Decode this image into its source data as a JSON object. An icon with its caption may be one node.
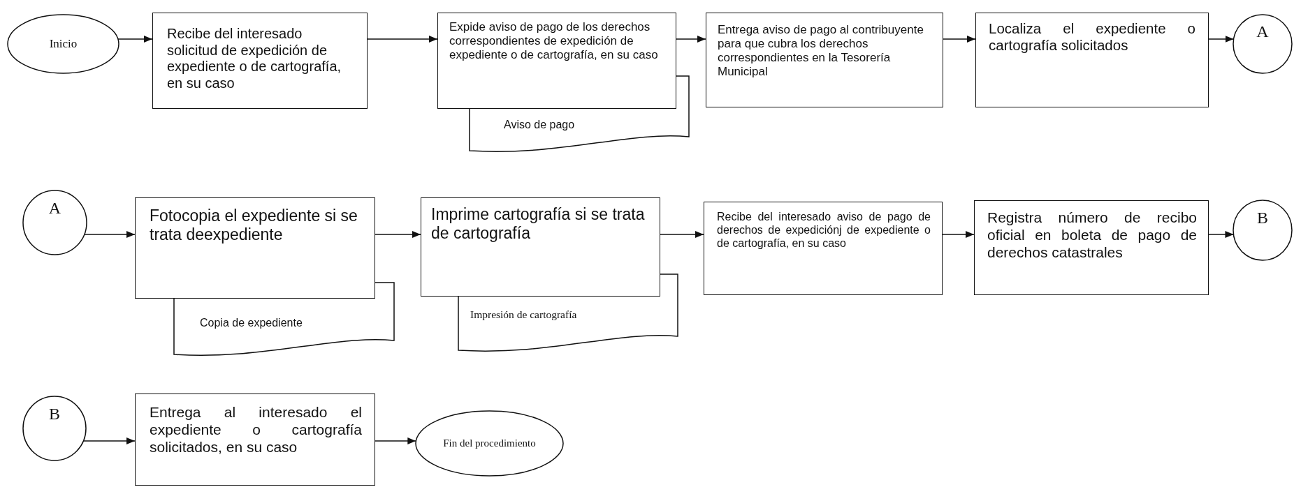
{
  "diagram": {
    "nodes": [
      {
        "text": [
          "Inicio"
        ]
      },
      {
        "text": [
          "Recibe del interesado solicitud de expedición de expediente o de cartografía, en su caso"
        ]
      },
      {
        "text": [
          "Expide aviso de pago de los derechos  correspondientes de expedición de expediente o de cartografía, en su caso"
        ]
      },
      {
        "text": [
          "Aviso de pago"
        ]
      },
      {
        "text": [
          "Entrega aviso de pago al contribuyente para que cubra los derechos correspondientes en la Tesorería Municipal"
        ]
      },
      {
        "text": [
          "Localiza el expediente o cartografía solicitados"
        ]
      },
      {
        "text": [
          "A"
        ]
      },
      {
        "text": [
          "A"
        ]
      },
      {
        "text": [
          "Fotocopia el expediente si se trata deexpediente"
        ]
      },
      {
        "text": [
          "Copia de expediente"
        ]
      },
      {
        "text": [
          "Imprime cartografía si se trata de cartografía"
        ]
      },
      {
        "text": [
          "Impresión de cartografía"
        ]
      },
      {
        "text": [
          "Recibe del interesado aviso de pago  de derechos de expediciónj de expediente o de cartografía, en su caso"
        ]
      },
      {
        "text": [
          "Registra número de recibo oficial en boleta de pago de derechos catastrales"
        ]
      },
      {
        "text": [
          "B"
        ]
      },
      {
        "text": [
          "B"
        ]
      },
      {
        "text": [
          "Entrega al interesado el expediente o cartografía solicitados, en su caso"
        ]
      },
      {
        "text": [
          "Fin del procedimiento"
        ]
      }
    ],
    "edges": [
      {
        "from": 0,
        "to": 1,
        "arrow": "to"
      },
      {
        "from": 1,
        "to": 2,
        "arrow": "to"
      },
      {
        "from": 2,
        "to": 4,
        "arrow": "to"
      },
      {
        "from": 4,
        "to": 5,
        "arrow": "to"
      },
      {
        "from": 5,
        "to": 6,
        "arrow": "to"
      },
      {
        "from": 7,
        "to": 8,
        "arrow": "to"
      },
      {
        "from": 8,
        "to": 10,
        "arrow": "to"
      },
      {
        "from": 10,
        "to": 12,
        "arrow": "to"
      },
      {
        "from": 12,
        "to": 13,
        "arrow": "to"
      },
      {
        "from": 13,
        "to": 14,
        "arrow": "to"
      },
      {
        "from": 15,
        "to": 16,
        "arrow": "to"
      },
      {
        "from": 16,
        "to": 17,
        "arrow": "to"
      }
    ]
  }
}
